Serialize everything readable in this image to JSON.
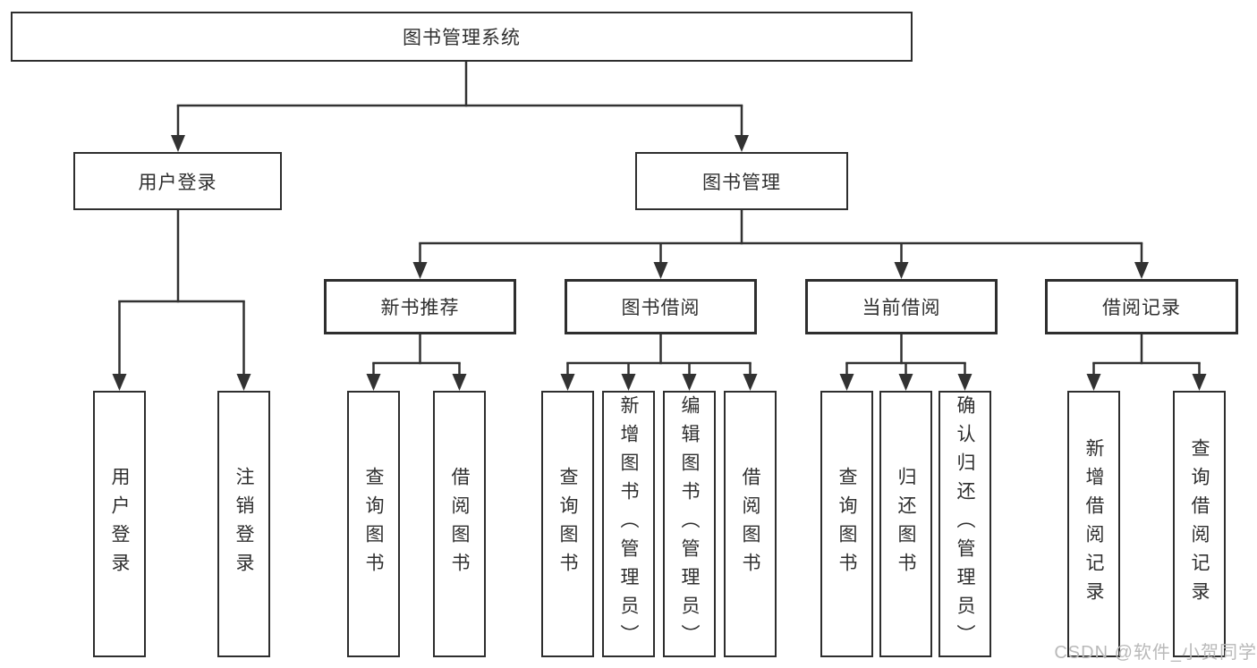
{
  "tree": {
    "root": {
      "label": "图书管理系统",
      "children": [
        {
          "label": "用户登录",
          "children": [
            {
              "label": "用户登录"
            },
            {
              "label": "注销登录"
            }
          ]
        },
        {
          "label": "图书管理",
          "children": [
            {
              "label": "新书推荐",
              "children": [
                {
                  "label": "查询图书"
                },
                {
                  "label": "借阅图书"
                }
              ]
            },
            {
              "label": "图书借阅",
              "children": [
                {
                  "label": "查询图书"
                },
                {
                  "label": "新增图书（管理员）"
                },
                {
                  "label": "编辑图书（管理员）"
                },
                {
                  "label": "借阅图书"
                }
              ]
            },
            {
              "label": "当前借阅",
              "children": [
                {
                  "label": "查询图书"
                },
                {
                  "label": "归还图书"
                },
                {
                  "label": "确认归还（管理员）"
                }
              ]
            },
            {
              "label": "借阅记录",
              "children": [
                {
                  "label": "新增借阅记录"
                },
                {
                  "label": "查询借阅记录"
                }
              ]
            }
          ]
        }
      ]
    }
  },
  "watermark": {
    "text": "CSDN @软件_小贺同学"
  },
  "colors": {
    "line": "#323232",
    "box_border": "#2e2e2e",
    "text": "#2f2f2f",
    "background": "#ffffff",
    "watermark": "#b9b9b9"
  }
}
